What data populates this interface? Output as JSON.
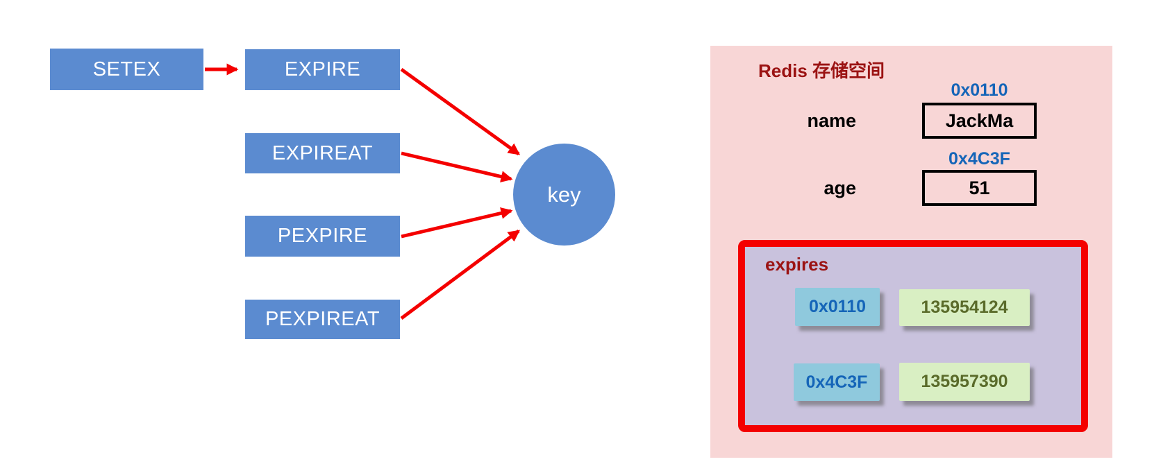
{
  "colors": {
    "command_box_blue": "#5b8bd0",
    "arrow_red": "#f40000",
    "panel_pink": "#f8d6d6",
    "dark_red_text": "#9b1313",
    "address_blue_text": "#1565b8",
    "expires_fill_lavender": "#c9c2dd",
    "address_chip_blue": "#8fc9dd",
    "timestamp_chip_green": "#d9efc3",
    "timestamp_text_olive": "#5a6b2a"
  },
  "flow": {
    "commands": [
      {
        "label": "SETEX"
      },
      {
        "label": "EXPIRE"
      },
      {
        "label": "EXPIREAT"
      },
      {
        "label": "PEXPIRE"
      },
      {
        "label": "PEXPIREAT"
      }
    ],
    "key_label": "key"
  },
  "storage": {
    "title": "Redis 存储空间",
    "entries": [
      {
        "name": "name",
        "address": "0x0110",
        "value": "JackMa"
      },
      {
        "name": "age",
        "address": "0x4C3F",
        "value": "51"
      }
    ],
    "expires": {
      "title": "expires",
      "rows": [
        {
          "address": "0x0110",
          "timestamp": "135954124"
        },
        {
          "address": "0x4C3F",
          "timestamp": "135957390"
        }
      ]
    }
  }
}
